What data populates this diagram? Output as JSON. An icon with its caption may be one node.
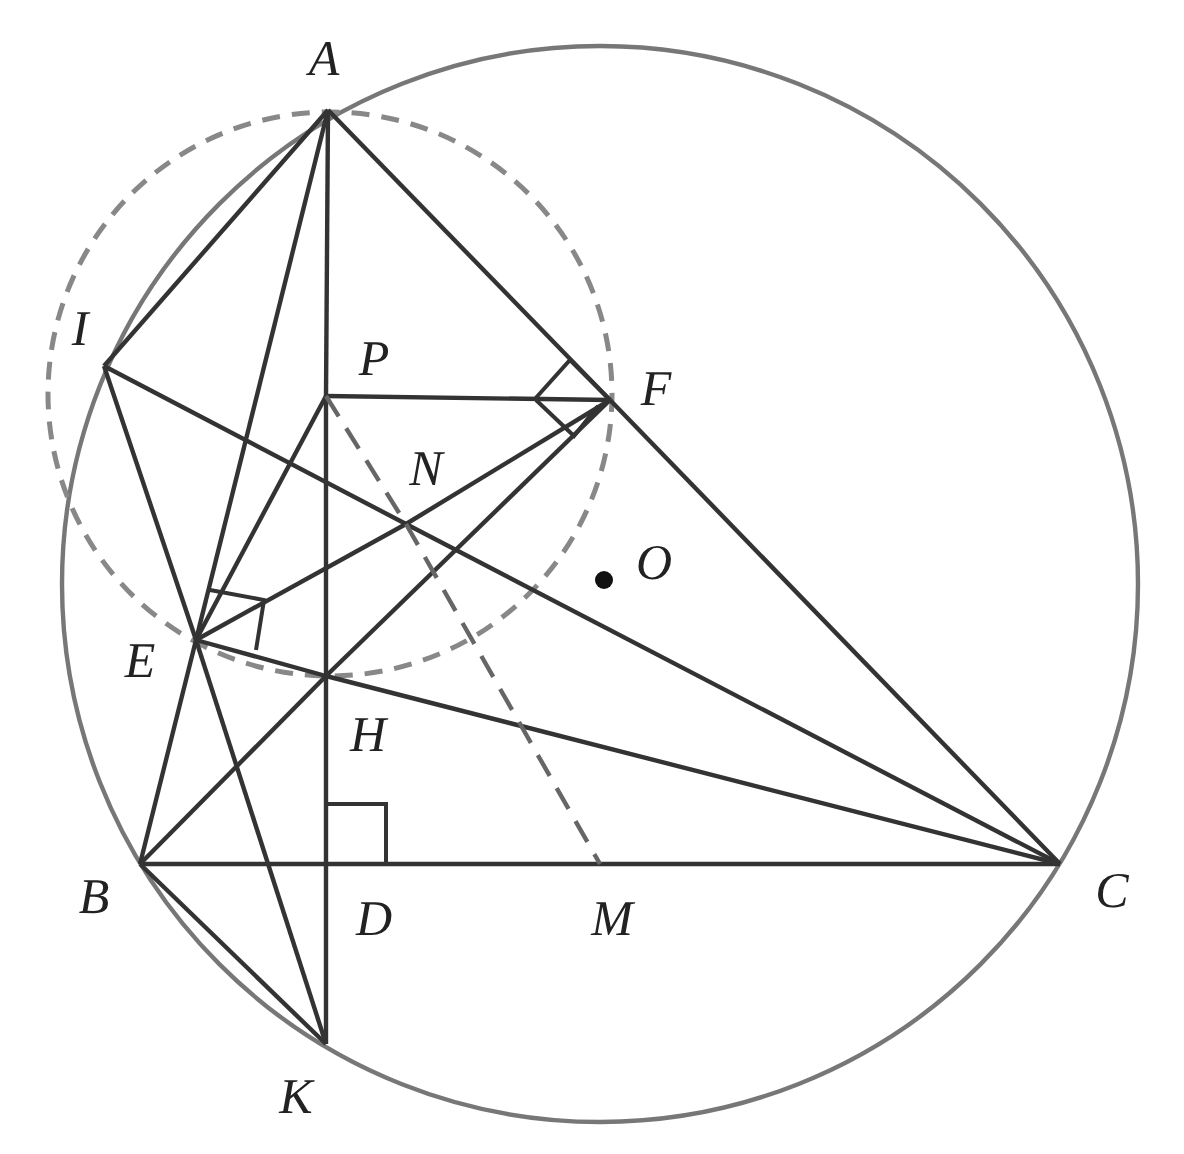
{
  "diagram": {
    "nodes": [
      {
        "text": [
          "A"
        ]
      },
      {
        "text": [
          "I"
        ]
      },
      {
        "text": [
          "P"
        ]
      },
      {
        "text": [
          "F"
        ]
      },
      {
        "text": [
          "N"
        ]
      },
      {
        "text": [
          "O"
        ]
      },
      {
        "text": [
          "E"
        ]
      },
      {
        "text": [
          "H"
        ]
      },
      {
        "text": [
          "B"
        ]
      },
      {
        "text": [
          "D"
        ]
      },
      {
        "text": [
          "M"
        ]
      },
      {
        "text": [
          "C"
        ]
      },
      {
        "text": [
          "K"
        ]
      }
    ],
    "edges": [
      {
        "from": 0,
        "to": 1,
        "arrow": "none"
      },
      {
        "from": 0,
        "to": 6,
        "arrow": "none"
      },
      {
        "from": 6,
        "to": 8,
        "arrow": "none"
      },
      {
        "from": 0,
        "to": 2,
        "arrow": "none"
      },
      {
        "from": 2,
        "to": 7,
        "arrow": "none"
      },
      {
        "from": 7,
        "to": 9,
        "arrow": "none"
      },
      {
        "from": 9,
        "to": 12,
        "arrow": "none"
      },
      {
        "from": 0,
        "to": 3,
        "arrow": "none"
      },
      {
        "from": 3,
        "to": 11,
        "arrow": "none"
      },
      {
        "from": 8,
        "to": 9,
        "arrow": "none"
      },
      {
        "from": 9,
        "to": 10,
        "arrow": "none"
      },
      {
        "from": 10,
        "to": 11,
        "arrow": "none"
      },
      {
        "from": 2,
        "to": 3,
        "arrow": "none"
      },
      {
        "from": 1,
        "to": 4,
        "arrow": "none"
      },
      {
        "from": 4,
        "to": 11,
        "arrow": "none"
      },
      {
        "from": 1,
        "to": 6,
        "arrow": "none"
      },
      {
        "from": 6,
        "to": 12,
        "arrow": "none"
      },
      {
        "from": 6,
        "to": 2,
        "arrow": "none"
      },
      {
        "from": 6,
        "to": 4,
        "arrow": "none"
      },
      {
        "from": 4,
        "to": 3,
        "arrow": "none"
      },
      {
        "from": 6,
        "to": 7,
        "arrow": "none"
      },
      {
        "from": 7,
        "to": 11,
        "arrow": "none"
      },
      {
        "from": 8,
        "to": 7,
        "arrow": "none"
      },
      {
        "from": 7,
        "to": 3,
        "arrow": "none"
      },
      {
        "from": 8,
        "to": 12,
        "arrow": "none"
      },
      {
        "from": 2,
        "to": 4,
        "arrow": "none",
        "style": "dashed"
      },
      {
        "from": 4,
        "to": 10,
        "arrow": "none",
        "style": "dashed"
      }
    ]
  }
}
